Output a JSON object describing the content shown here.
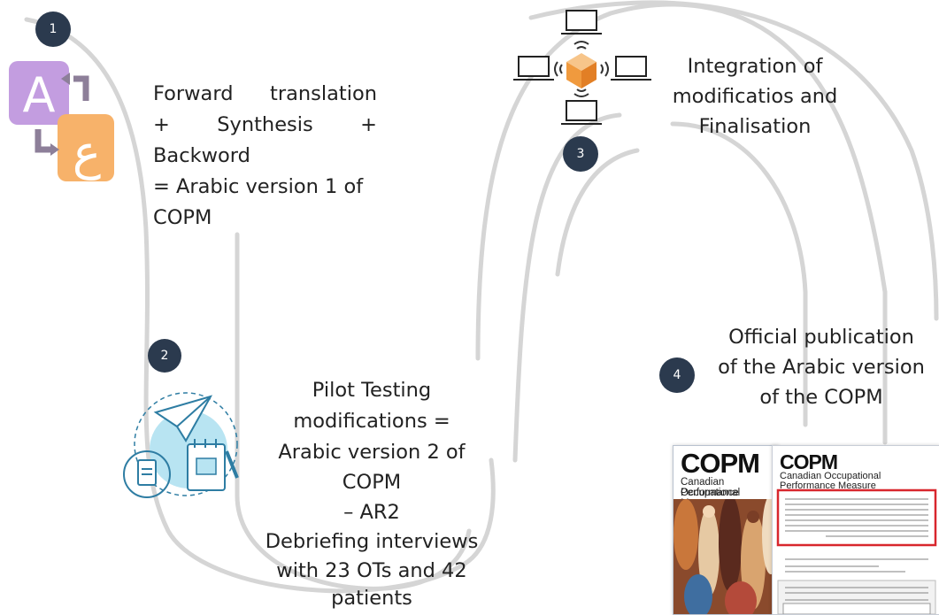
{
  "steps": [
    {
      "number": "1",
      "lines": [
        "Forward translation",
        "+ Synthesis +",
        "Backword",
        "= Arabic version 1 of",
        "COPM"
      ]
    },
    {
      "number": "2",
      "lines": [
        "Pilot Testing",
        "modifications =",
        "Arabic version 2 of",
        "COPM",
        "– AR2",
        "Debriefing interviews",
        "with 23 OTs and 42",
        "patients"
      ]
    },
    {
      "number": "3",
      "lines": [
        "Integration of",
        "modificatios and",
        "Finalisation"
      ]
    },
    {
      "number": "4",
      "lines": [
        "Official publication",
        "of the Arabic version",
        "of the COPM"
      ]
    }
  ],
  "icons": {
    "translation": {
      "letter_a": "A",
      "letter_ar": "ع"
    },
    "network": "network-sync-icon",
    "pilot": "paper-plane-document-icon"
  },
  "covers": {
    "brand": "COPM",
    "subtitle_1": "Canadian Occupational",
    "subtitle_2": "Performance Measure"
  },
  "colors": {
    "badge": "#2b3a4e",
    "track": "#d5d5d5",
    "icon_purple": "#c39de0",
    "icon_orange": "#f7b26a",
    "teal": "#3aa6c8",
    "red_box": "#d8262d"
  }
}
